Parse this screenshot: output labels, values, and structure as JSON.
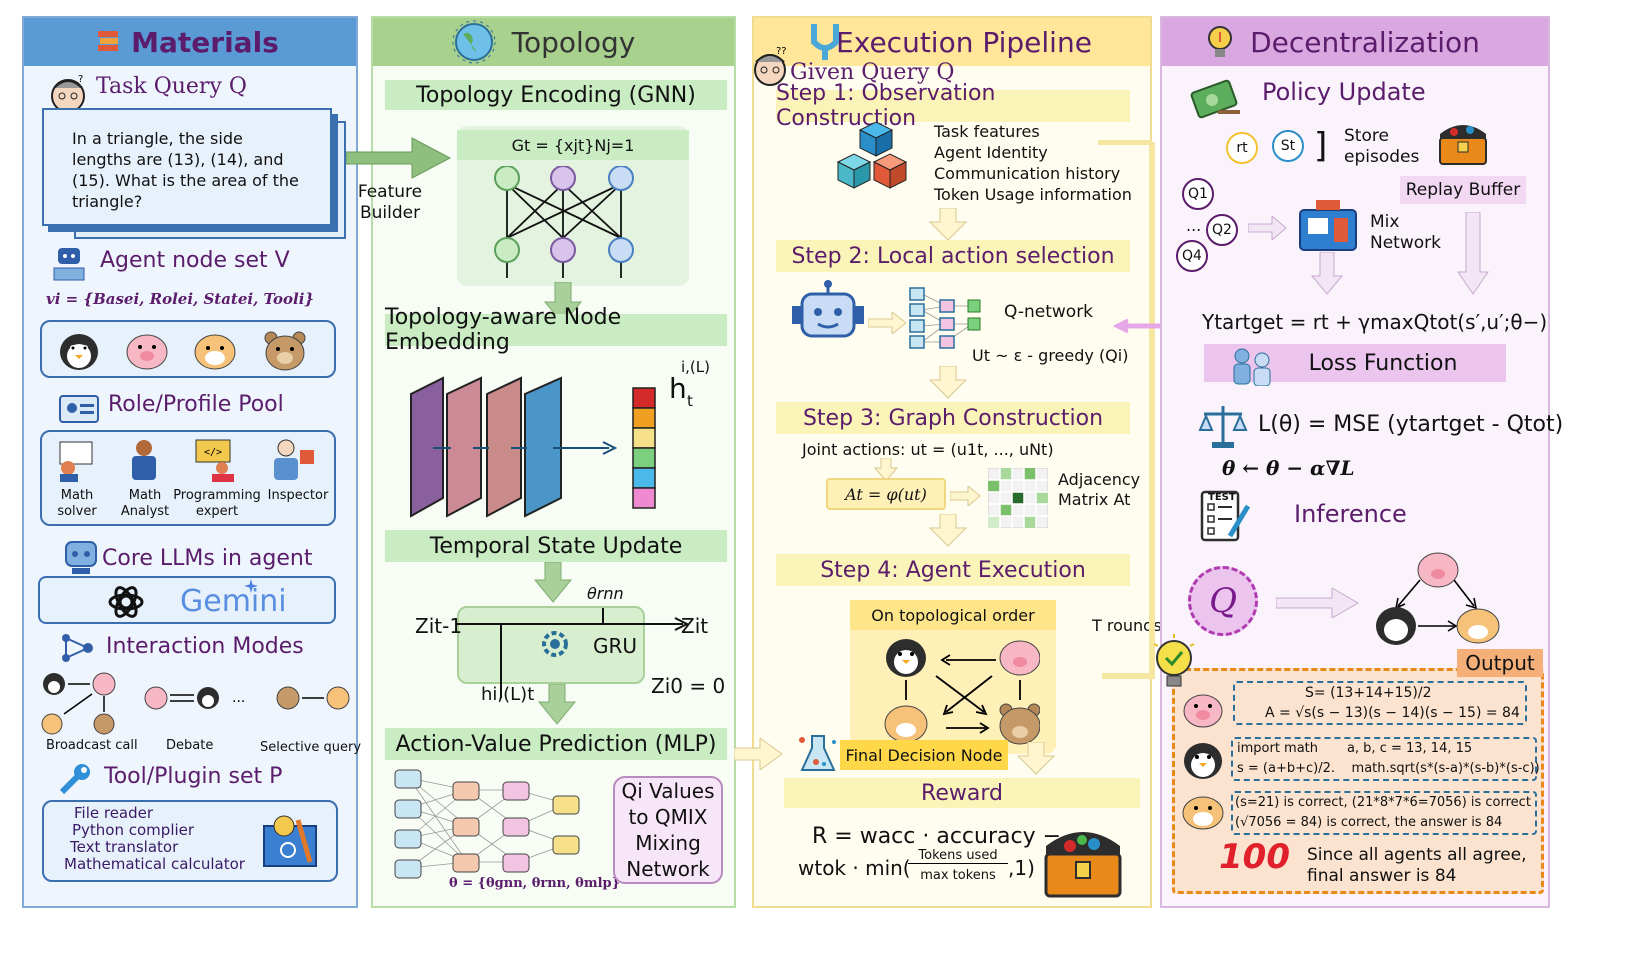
{
  "materials": {
    "title": "Materials",
    "task_query_label": "Task Query Q",
    "task_query_text": "In a triangle, the side lengths are (13), (14), and (15). What is the area of the triangle?",
    "agent_node_label": "Agent node set V",
    "agent_node_formula": "vi = {Basei, Rolei, Statei, Tooli}",
    "role_pool_label": "Role/Profile Pool",
    "roles": [
      "Math solver",
      "Math Analyst",
      "Programming expert",
      "Inspector"
    ],
    "core_llms_label": "Core LLMs in agent",
    "gemini_label": "Gemini",
    "interaction_label": "Interaction Modes",
    "interaction_modes": [
      "Broadcast call",
      "Debate",
      "Selective query"
    ],
    "tool_label": "Tool/Plugin set P",
    "tools": [
      "File reader",
      "Python complier",
      "Text translator",
      "Mathematical calculator"
    ]
  },
  "topology": {
    "title": "Topology",
    "encoding_label": "Topology Encoding (GNN)",
    "feature_builder": "Feature Builder",
    "graph_formula": "Gt = {xjt}Nj=1",
    "embedding_label": "Topology-aware Node Embedding",
    "h_label": "h",
    "h_super": "i,(L)",
    "h_sub": "t",
    "temporal_label": "Temporal State Update",
    "theta_rnn": "θrnn",
    "z_prev": "Zit-1",
    "z_next": "Zit",
    "gru_label": "GRU",
    "h_in": "hi,(L)t",
    "z0": "Zi0 = 0",
    "action_label": "Action-Value Prediction (MLP)",
    "q_values_box": "Qi Values to QMIX Mixing Network",
    "theta_formula": "θ = {θgnn, θrnn, θmlp}"
  },
  "pipeline": {
    "title": "Execution Pipeline",
    "given_query": "Given Query Q",
    "step1": "Step 1: Observation Construction",
    "obs_items": [
      "Task features",
      "Agent Identity",
      "Communication history",
      "Token Usage information"
    ],
    "step2": "Step 2: Local action selection",
    "q_network": "Q-network",
    "greedy": "Ut ~ ε - greedy (Qi)",
    "step3": "Step 3: Graph Construction",
    "joint_actions": "Joint actions: ut = (u1t, ..., uNt)",
    "a_formula": "At = φ(ut)",
    "adjacency": "Adjacency Matrix At",
    "step4": "Step 4: Agent Execution",
    "topo_order": "On topological order",
    "t_rounds": "T rounds",
    "final_node": "Final Decision Node",
    "reward": "Reward",
    "reward_formula_1": "R = wacc · accuracy −",
    "reward_formula_2": "wtok · min(",
    "tokens_used": "Tokens used",
    "max_tokens": "max tokens",
    "reward_tail": ",1)"
  },
  "decentralization": {
    "title": "Decentralization",
    "policy_update": "Policy Update",
    "r_label": "rt",
    "s_label": "St",
    "store": "Store episodes",
    "replay": "Replay Buffer",
    "q_nodes": [
      "Q1",
      "Q2",
      "Q4"
    ],
    "ellipsis": "...",
    "mix_network": "Mix Network",
    "y_target": "Ytartget = rt + γmaxQtot(s′,u′;θ−)",
    "loss_function": "Loss Function",
    "loss_formula": "L(θ) = MSE (ytartget - Qtot)",
    "update_rule": "θ ← θ − α∇L",
    "inference": "Inference",
    "q_big": "Q",
    "test_label": "TEST",
    "output_label": "Output",
    "out1_line1": "S= (13+14+15)/2",
    "out1_line2": "A = √s(s − 13)(s − 14)(s − 15) = 84",
    "out2_line1": "import math       a, b, c = 13, 14, 15",
    "out2_line2": "s = (a+b+c)/2.    math.sqrt(s*(s-a)*(s-b)*(s-c))",
    "out3_line1": "(s=21) is correct, (21*8*7*6=7056) is correct",
    "out3_line2": "(√7056 = 84) is correct, the answer is 84",
    "final_answer": "Since all agents all agree, final answer is 84",
    "hundred": "100"
  },
  "colors": {
    "materials_header": "#5b9bd5",
    "topology_header": "#a9d18e",
    "pipeline_header": "#ffe699",
    "decent_header": "#d9a8e0",
    "step_band": "#fbf4b8",
    "green_band": "#c9ecc3",
    "purple_band": "#ecc5ee",
    "output_bg": "#fbe3cf"
  }
}
